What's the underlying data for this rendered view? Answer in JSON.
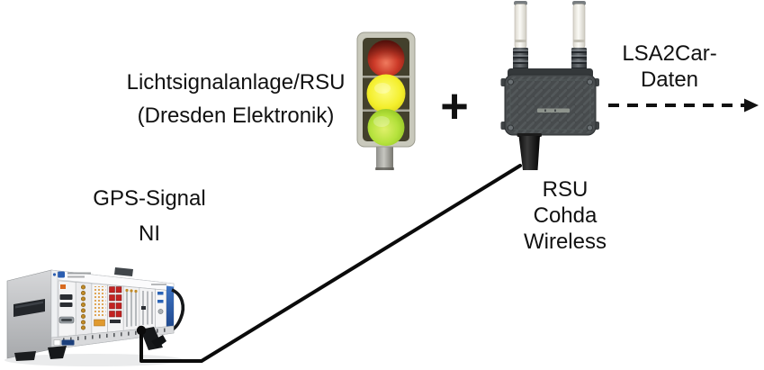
{
  "labels": {
    "traffic_light": {
      "line1": "Lichtsignalanlage/RSU",
      "line2": "(Dresden Elektronik)"
    },
    "plus": "+",
    "lsa2car": {
      "line1": "LSA2Car-",
      "line2": "Daten"
    },
    "rsu": {
      "line1": "RSU",
      "line2": "Cohda",
      "line3": "Wireless"
    },
    "gps": {
      "line1": "GPS-Signal",
      "line2": "NI"
    }
  },
  "icons": {
    "traffic_light": "traffic-light-icon",
    "rsu_device": "rsu-device-icon",
    "pxi_chassis": "pxi-chassis-icon",
    "cable": "connection-cable",
    "arrow": "lsa2car-data-arrow"
  },
  "colors": {
    "background": "#ffffff",
    "text": "#111111",
    "cable": "#0b0b0b",
    "arrow": "#111111",
    "light_red": "#c8392a",
    "light_yellow": "#f2ee2e",
    "light_green": "#9fd42c",
    "rsu_body": "#474b4d",
    "antenna_white": "#f4f2ec",
    "ni_blue": "#2a5db0"
  }
}
